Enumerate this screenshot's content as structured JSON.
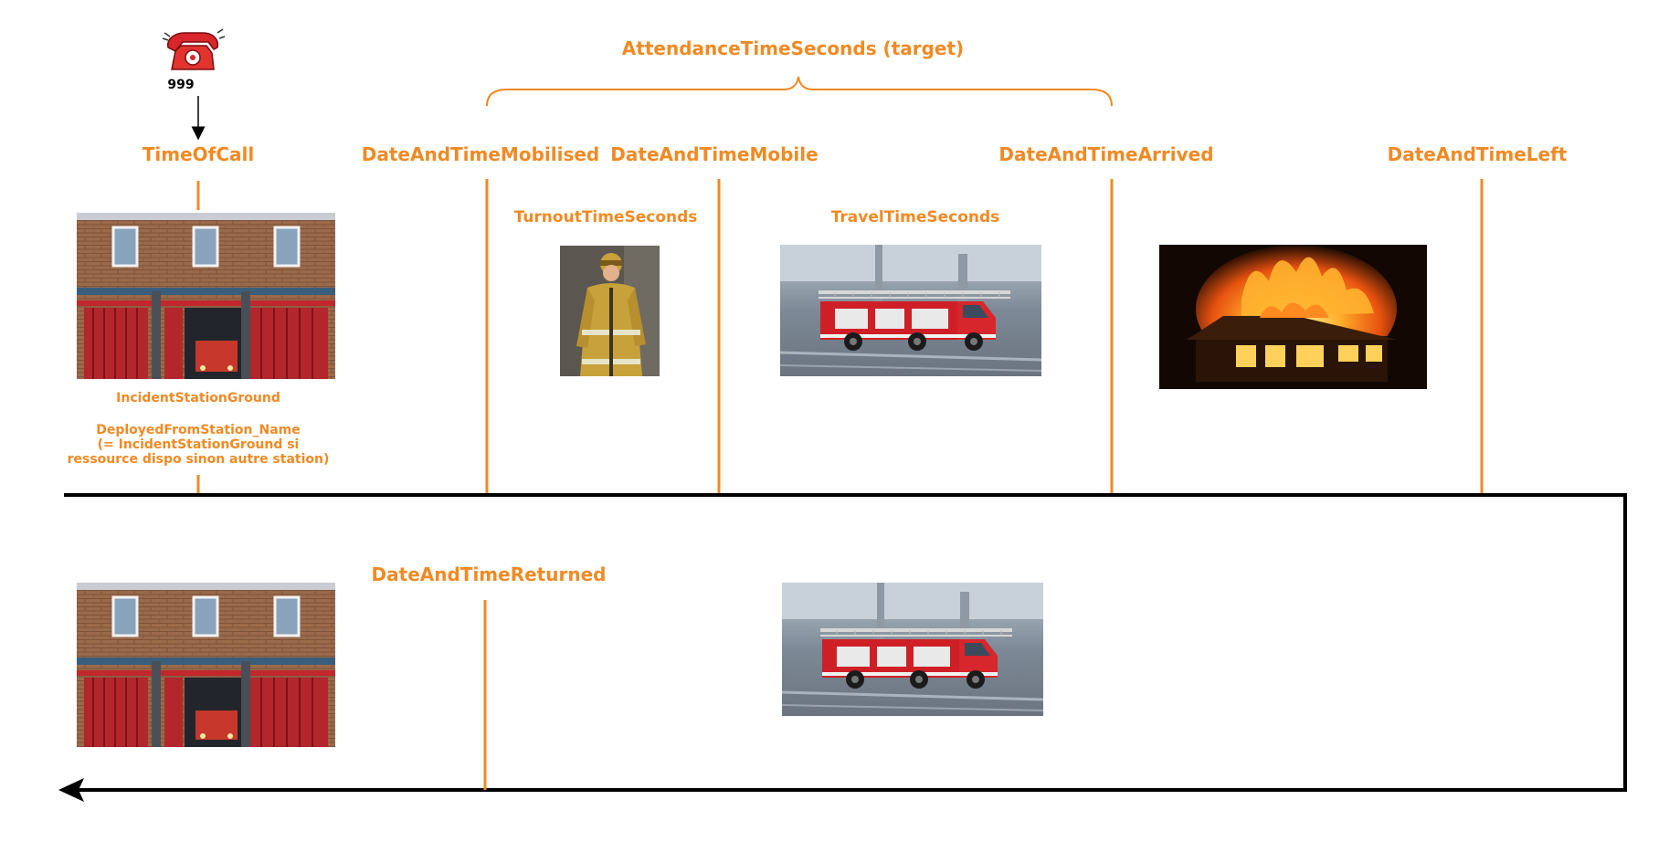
{
  "phone": {
    "number": "999"
  },
  "target_label": "AttendanceTimeSeconds (target)",
  "milestones": {
    "time_of_call": "TimeOfCall",
    "mobilised": "DateAndTimeMobilised",
    "mobile": "DateAndTimeMobile",
    "arrived": "DateAndTimeArrived",
    "left": "DateAndTimeLeft",
    "returned": "DateAndTimeReturned"
  },
  "durations": {
    "turnout": "TurnoutTimeSeconds",
    "travel": "TravelTimeSeconds"
  },
  "station": {
    "ground": "IncidentStationGround",
    "deployed_line1": "DeployedFromStation_Name",
    "deployed_line2": "(= IncidentStationGround si",
    "deployed_line3": "ressource dispo sinon autre station)"
  },
  "colors": {
    "accent": "#f08a24",
    "line": "#000000",
    "phone": "#d8262b"
  },
  "icons": {
    "phone": "telephone-icon",
    "station": "fire-station-image",
    "firefighter": "firefighter-image",
    "truck": "fire-truck-image",
    "fire": "burning-house-image"
  }
}
